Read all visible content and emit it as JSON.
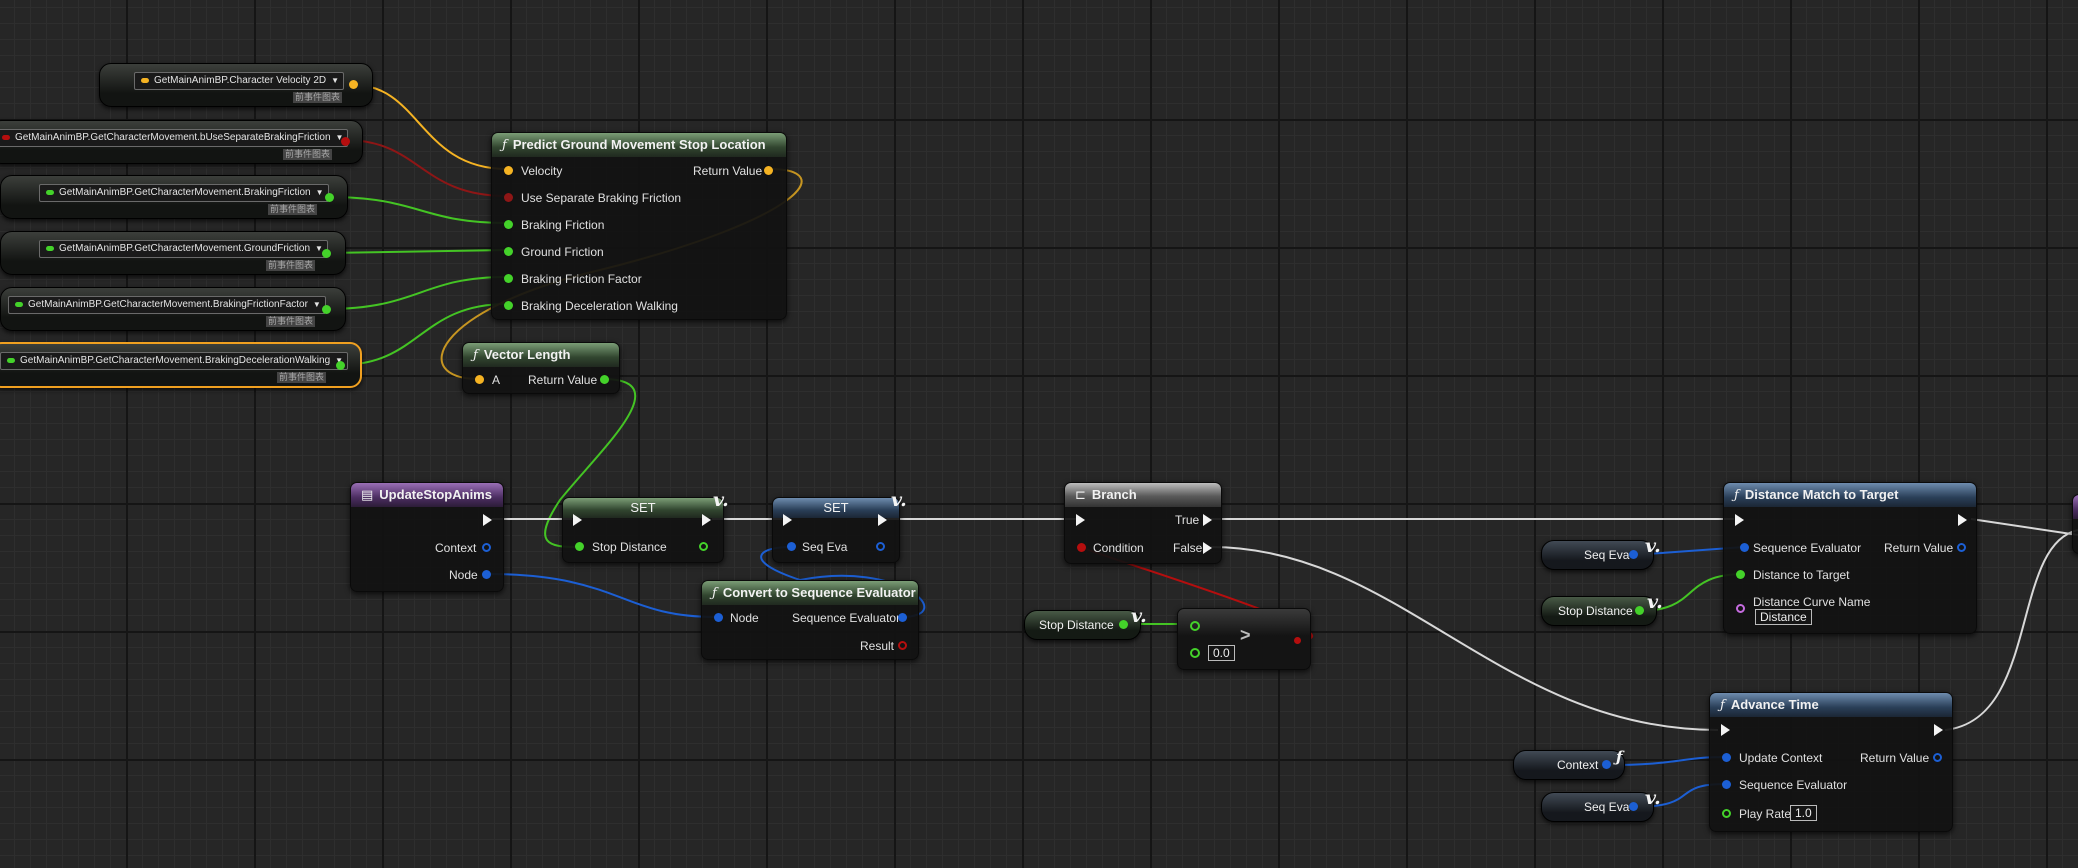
{
  "colors": {
    "exec": "#f4f4f4",
    "struct": "#f5b323",
    "float": "#44d22a",
    "bool": "#b50e0e",
    "object": "#1c5fd4",
    "selected": "#f0a020"
  },
  "getters": [
    {
      "label": "GetMainAnimBP.Character Velocity 2D",
      "sub": "前事件图表",
      "pin": "struct"
    },
    {
      "label": "GetMainAnimBP.GetCharacterMovement.bUseSeparateBrakingFriction",
      "sub": "前事件图表",
      "pin": "bool"
    },
    {
      "label": "GetMainAnimBP.GetCharacterMovement.BrakingFriction",
      "sub": "前事件图表",
      "pin": "float"
    },
    {
      "label": "GetMainAnimBP.GetCharacterMovement.GroundFriction",
      "sub": "前事件图表",
      "pin": "float"
    },
    {
      "label": "GetMainAnimBP.GetCharacterMovement.BrakingFrictionFactor",
      "sub": "前事件图表",
      "pin": "float"
    },
    {
      "label": "GetMainAnimBP.GetCharacterMovement.BrakingDecelerationWalking",
      "sub": "前事件图表",
      "pin": "float"
    }
  ],
  "predict": {
    "title": "Predict Ground Movement Stop Location",
    "inputs": [
      "Velocity",
      "Use Separate Braking Friction",
      "Braking Friction",
      "Ground Friction",
      "Braking Friction Factor",
      "Braking Deceleration Walking"
    ],
    "output": "Return Value"
  },
  "vector_length": {
    "title": "Vector Length",
    "input": "A",
    "output": "Return Value"
  },
  "update_stop_anims": {
    "title": "UpdateStopAnims",
    "context": "Context",
    "node": "Node"
  },
  "set1": {
    "title": "SET",
    "pin": "Stop Distance"
  },
  "set2": {
    "title": "SET",
    "pin": "Seq Eva"
  },
  "convert": {
    "title": "Convert to Sequence Evaluator",
    "input": "Node",
    "output": "Sequence Evaluator",
    "result": "Result"
  },
  "branch": {
    "title": "Branch",
    "true": "True",
    "condition": "Condition",
    "false": "False"
  },
  "compare": {
    "operator": ">",
    "value": "0.0"
  },
  "stop_distance_var": "Stop Distance",
  "dmt": {
    "title": "Distance Match to Target",
    "seq": "Sequence Evaluator",
    "ret": "Return Value",
    "dist": "Distance to Target",
    "curve": "Distance Curve Name",
    "curve_value": "Distance"
  },
  "dmt_vars": {
    "seq": "Seq Eva",
    "stop": "Stop Distance"
  },
  "advance": {
    "title": "Advance Time",
    "ctx": "Update Context",
    "ret": "Return Value",
    "seq": "Sequence Evaluator",
    "rate": "Play Rate",
    "rate_value": "1.0"
  },
  "advance_vars": {
    "context": "Context",
    "seq": "Seq Eva"
  }
}
